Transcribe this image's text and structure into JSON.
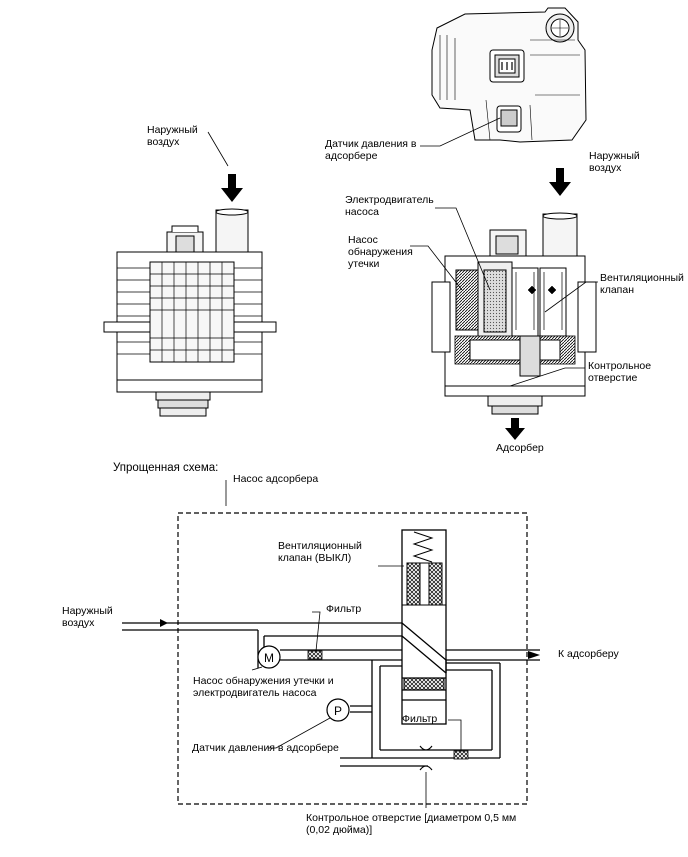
{
  "top": {
    "outside_air_left": "Наружный\nвоздух",
    "outside_air_right": "Наружный\nвоздух",
    "pressure_sensor": "Датчик давления в\nадсорбере",
    "pump_motor": "Электродвигатель\nнасоса",
    "leak_pump": "Насос\nобнаружения\nутечки",
    "vent_valve": "Вентиляционный\nклапан",
    "reference_orifice": "Контрольное\nотверстие",
    "canister": "Адсорбер"
  },
  "schematic": {
    "heading": "Упрощенная схема:",
    "box_title": "Насос адсорбера",
    "vent_valve_off": "Вентиляционный\nклапан (ВЫКЛ)",
    "filter_top": "Фильтр",
    "filter_bottom": "Фильтр",
    "outside_air": "Наружный\nвоздух",
    "to_canister": "К адсорберу",
    "pump_and_motor": "Насос обнаружения утечки и\nэлектродвигатель насоса",
    "pressure_sensor": "Датчик давления в адсорбере",
    "orifice": "Контрольное отверстие [диаметром 0,5 мм\n(0,02 дюйма)]",
    "motor_symbol": "M",
    "sensor_symbol": "P"
  }
}
